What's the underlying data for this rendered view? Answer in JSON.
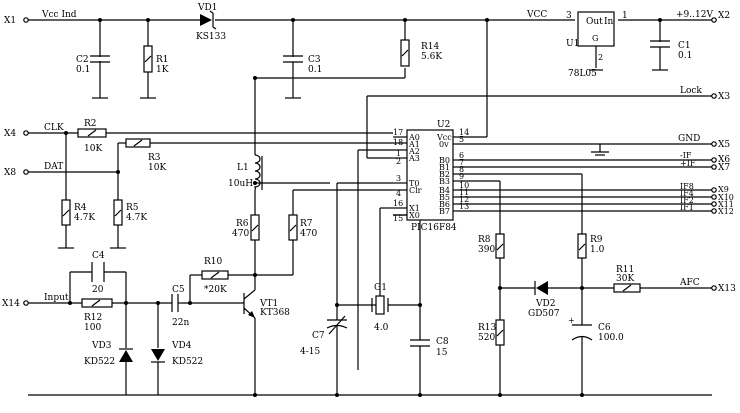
{
  "terminals": {
    "x1": "X1",
    "x2": "X2",
    "x3": "X3",
    "x4": "X4",
    "x5": "X5",
    "x6": "X6",
    "x7": "X7",
    "x8": "X8",
    "x9": "X9",
    "x10": "X10",
    "x11": "X11",
    "x12": "X12",
    "x13": "X13",
    "x14": "X14"
  },
  "nets": {
    "vcc_ind": "Vcc Ind",
    "vcc": "VCC",
    "supply": "+9..12V",
    "lock": "Lock",
    "gnd": "GND",
    "clk": "CLK",
    "dat": "DAT",
    "input": "Input",
    "afc": "AFC",
    "minus_if": "-IF",
    "plus_if": "+IF",
    "if8": "IF8",
    "if4": "IF4",
    "if2": "IF2",
    "if1": "IF1"
  },
  "components": {
    "vd1": {
      "ref": "VD1",
      "value": "KS133"
    },
    "c2": {
      "ref": "C2",
      "value": "0.1"
    },
    "r1": {
      "ref": "R1",
      "value": "1K"
    },
    "c3": {
      "ref": "C3",
      "value": "0.1"
    },
    "r14": {
      "ref": "R14",
      "value": "5.6K"
    },
    "u1": {
      "ref": "U1",
      "value": "78L05",
      "label_out": "Out",
      "label_in": "In",
      "label_g": "G",
      "pin1": "1",
      "pin2": "2",
      "pin3": "3"
    },
    "c1": {
      "ref": "C1",
      "value": "0.1"
    },
    "r2": {
      "ref": "R2",
      "value": "10K"
    },
    "r3": {
      "ref": "R3",
      "value": "10K"
    },
    "r4": {
      "ref": "R4",
      "value": "4.7K"
    },
    "r5": {
      "ref": "R5",
      "value": "4.7K"
    },
    "l1": {
      "ref": "L1",
      "value": "10uH"
    },
    "r6": {
      "ref": "R6",
      "value": "470"
    },
    "r7": {
      "ref": "R7",
      "value": "470"
    },
    "u2": {
      "ref": "U2",
      "value": "PIC16F84"
    },
    "c4": {
      "ref": "C4",
      "value": "20"
    },
    "r10": {
      "ref": "R10",
      "value": "*20K"
    },
    "c5": {
      "ref": "C5",
      "value": "22n"
    },
    "vt1": {
      "ref": "VT1",
      "value": "KT368"
    },
    "r12": {
      "ref": "R12",
      "value": "100"
    },
    "vd3": {
      "ref": "VD3",
      "value": "KD522"
    },
    "vd4": {
      "ref": "VD4",
      "value": "KD522"
    },
    "c7": {
      "ref": "C7",
      "value": "4-15"
    },
    "g1": {
      "ref": "G1",
      "value": "4.0"
    },
    "c8": {
      "ref": "C8",
      "value": "15"
    },
    "r8": {
      "ref": "R8",
      "value": "390"
    },
    "r13": {
      "ref": "R13",
      "value": "520"
    },
    "r9": {
      "ref": "R9",
      "value": "1.0"
    },
    "vd2": {
      "ref": "VD2",
      "value": "GD507"
    },
    "c6": {
      "ref": "C6",
      "value": "100.0"
    },
    "r11": {
      "ref": "R11",
      "value": "30K"
    }
  },
  "u2_pins": {
    "left_names": [
      "A0",
      "A1",
      "A2",
      "A3",
      "T0",
      "Clr",
      "X1",
      "X0"
    ],
    "left_nums": [
      "17",
      "18",
      "1",
      "2",
      "3",
      "4",
      "16",
      "15"
    ],
    "right_names": [
      "Vcc",
      "0v",
      "B0",
      "B1",
      "B2",
      "B3",
      "B4",
      "B5",
      "B6",
      "B7"
    ],
    "right_nums": [
      "14",
      "5",
      "6",
      "7",
      "8",
      "9",
      "10",
      "11",
      "12",
      "13"
    ]
  }
}
